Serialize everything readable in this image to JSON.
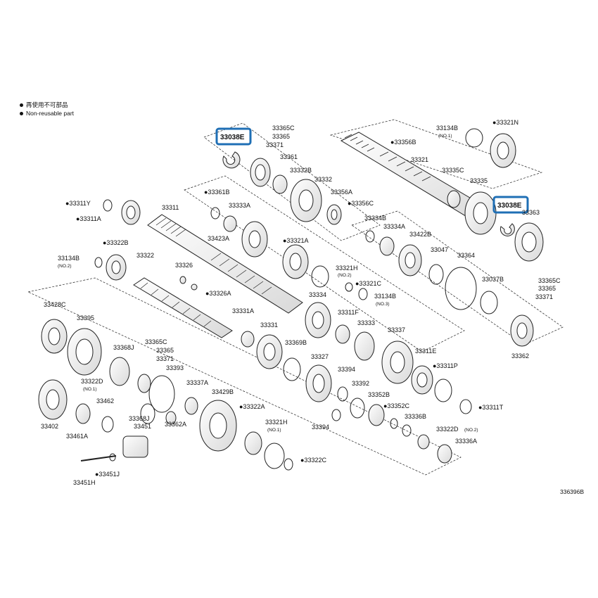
{
  "legend": {
    "line1": "再使用不可部品",
    "line2": "Non-reusable part",
    "marker": "●"
  },
  "highlight_color": "#1f6fb5",
  "highlighted_parts": [
    "33038E",
    "33038E"
  ],
  "reference_code": "336396B",
  "labels": {
    "p33365C_a": "33365C",
    "p33365_a": "33365",
    "p33371_a": "33371",
    "p33038E_a": "33038E",
    "p33361": "33361",
    "p33332B": "33332B",
    "p33332": "33332",
    "p33361B": "●33361B",
    "p33356A": "33356A",
    "p33356C": "●33356C",
    "p33333A": "33333A",
    "p33423A": "33423A",
    "p33311": "33311",
    "p33311Y": "●33311Y",
    "p33311A": "●33311A",
    "p33134B_a": "33134B",
    "p33134B_a_no": "(NO.2)",
    "p33322B": "●33322B",
    "p33322": "33322",
    "p33326": "33326",
    "p33326A": "●33326A",
    "p33321A": "●33321A",
    "p33321H": "33321H",
    "p33321H_no": "(NO.2)",
    "p33321C": "●33321C",
    "p33134B_b": "33134B",
    "p33134B_b_no": "(NO.3)",
    "p33334": "33334",
    "p33311F": "33311F",
    "p33333": "33333",
    "p33337": "33337",
    "p33331A": "33331A",
    "p33331": "33331",
    "p33369B": "33369B",
    "p33327": "33327",
    "p33394_a": "33394",
    "p33392": "33392",
    "p33352B": "33352B",
    "p33352C": "●33352C",
    "p33394_b": "33394",
    "p33336B": "33336B",
    "p33322D": "33322D",
    "p33322D_no": "(NO.2)",
    "p33336A": "33336A",
    "p33311E": "33311E",
    "p33311P": "●33311P",
    "p33311T": "●33311T",
    "p33356B": "●33356B",
    "p33321": "33321",
    "p33134B_c": "33134B",
    "p33134B_c_no": "(NO.1)",
    "p33321N": "●33321N",
    "p33335C": "33335C",
    "p33335": "33335",
    "p33038E_b": "33038E",
    "p33363": "33363",
    "p33334B": "33334B",
    "p33334A": "33334A",
    "p33422B": "33422B",
    "p33047": "33047",
    "p33364": "33364",
    "p33037B": "33037B",
    "p33365C_b": "33365C",
    "p33365_b": "33365",
    "p33371_b": "33371",
    "p33362": "33362",
    "p33428C": "33428C",
    "p33395": "33395",
    "p33368J": "33368J",
    "p33365C_c": "33365C",
    "p33365_c": "33365",
    "p33371_c": "33371",
    "p33393": "33393",
    "p33322D_b": "33322D",
    "p33322D_b_no": "(NO.1)",
    "p33337A": "33337A",
    "p33429B": "33429B",
    "p33322A": "●33322A",
    "p33462": "33462",
    "p33368J_b": "33368J",
    "p33451": "33451",
    "p33362A": "33362A",
    "p33402": "33402",
    "p33461A": "33461A",
    "p33321H_b": "33321H",
    "p33321H_b_no": "(NO.1)",
    "p33322C": "●33322C",
    "p33451J": "●33451J",
    "p33451H": "33451H"
  }
}
